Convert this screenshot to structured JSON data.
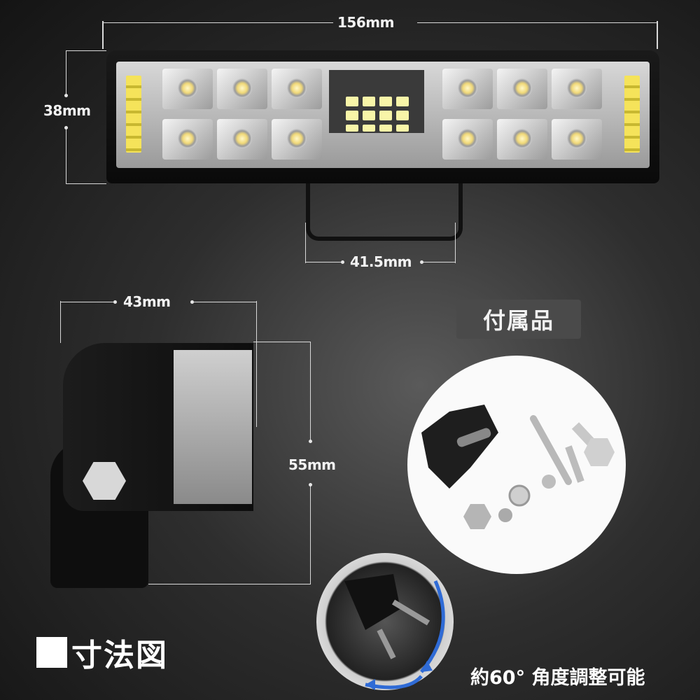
{
  "dimensions": {
    "width_label": "156mm",
    "height_label": "38mm",
    "bracket_label": "41.5mm",
    "depth_label": "43mm",
    "side_height_label": "55mm"
  },
  "accessories": {
    "title": "付属品"
  },
  "diagram_title": "寸法図",
  "angle_caption": "約60°  角度調整可能",
  "colors": {
    "amber": "#f5e35a",
    "led_warm": "#f0d878",
    "background": "#2e2e2e"
  }
}
